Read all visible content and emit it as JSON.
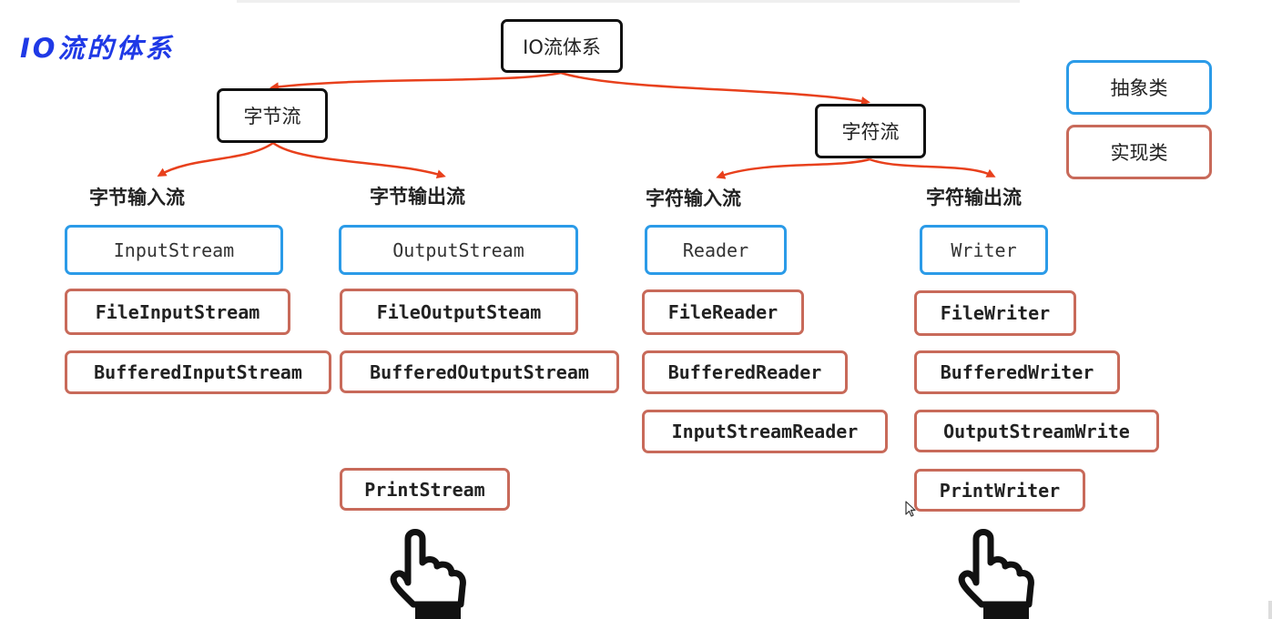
{
  "title": "IO流的体系",
  "root": "IO流体系",
  "byte_stream": "字节流",
  "char_stream": "字符流",
  "legend": {
    "abstract": "抽象类",
    "impl": "实现类"
  },
  "columns": {
    "byte_in": {
      "heading": "字节输入流",
      "abstract": "InputStream",
      "impls": [
        "FileInputStream",
        "BufferedInputStream"
      ]
    },
    "byte_out": {
      "heading": "字节输出流",
      "abstract": "OutputStream",
      "impls": [
        "FileOutputSteam",
        "BufferedOutputStream",
        "PrintStream"
      ]
    },
    "char_in": {
      "heading": "字符输入流",
      "abstract": "Reader",
      "impls": [
        "FileReader",
        "BufferedReader",
        "InputStreamReader"
      ]
    },
    "char_out": {
      "heading": "字符输出流",
      "abstract": "Writer",
      "impls": [
        "FileWriter",
        "BufferedWriter",
        "OutputStreamWrite",
        "PrintWriter"
      ]
    }
  },
  "colors": {
    "title": "#1f39e6",
    "abstract_border": "#2b9be8",
    "impl_border": "#c86a5a",
    "arrow": "#e8401c"
  },
  "icons": [
    "pointing-hand-icon",
    "pointing-hand-icon",
    "mouse-cursor-icon"
  ]
}
